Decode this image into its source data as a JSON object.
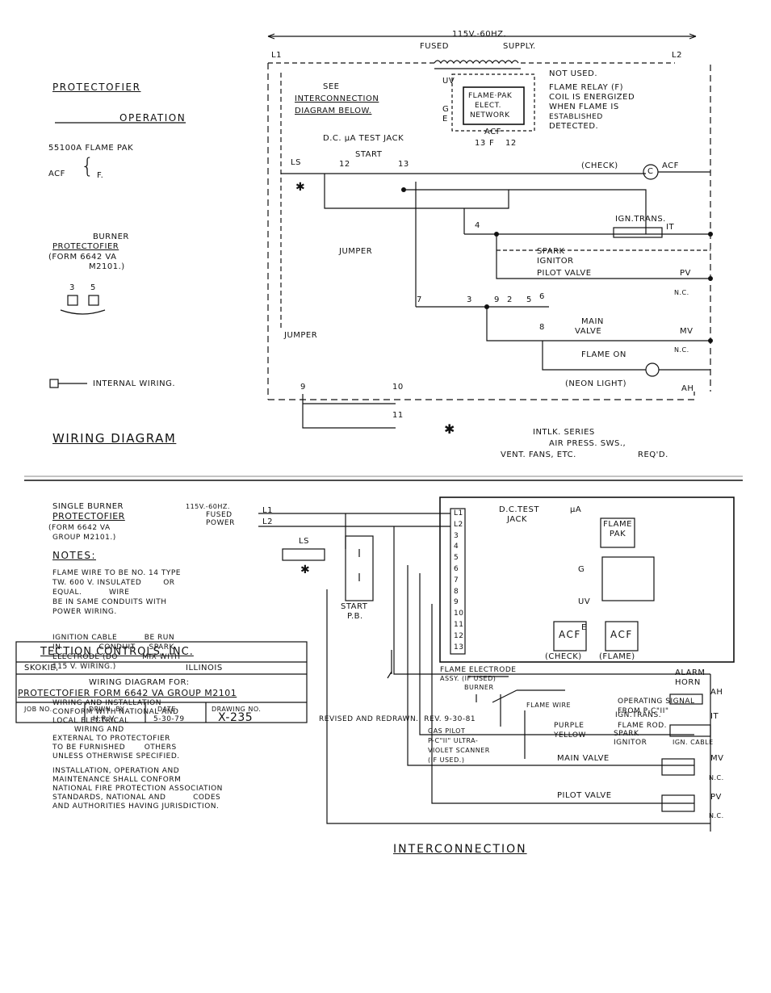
{
  "top": {
    "supply": "115V.-60HZ.",
    "fused": "FUSED",
    "supply_word": "SUPPLY.",
    "l1": "L1",
    "l2": "L2",
    "not_used": "NOT USED.",
    "see": "SEE",
    "interconnection": "INTERCONNECTION",
    "diagram_below": "DIAGRAM BELOW.",
    "uv": "UV",
    "g": "G",
    "e": "E",
    "flame_pak": "FLAME·PAK",
    "elect": "ELECT.",
    "network": "NETWORK",
    "flame_relay": "FLAME RELAY (F)",
    "coil": "COIL IS ENERGIZED",
    "when": "WHEN FLAME IS",
    "established": "ESTABLISHED",
    "detected": "DETECTED.",
    "dc_test": "D.C. μA TEST JACK",
    "acf": "ACF",
    "f": "F",
    "n13": "13",
    "n12": "12",
    "ls": "LS",
    "start": "START",
    "check": "(CHECK)",
    "c": "C",
    "n4": "4",
    "ign_trans": "IGN.TRANS.",
    "it": "IT",
    "spark": "SPARK",
    "ignitor": "IGNITOR",
    "pilot_valve": "PILOT VALVE",
    "pv": "PV",
    "nc": "N.C.",
    "jumper": "JUMPER",
    "n7": "7",
    "n3": "3",
    "n9": "9",
    "n2": "2",
    "n5": "5",
    "n6": "6",
    "n8": "8",
    "main": "MAIN",
    "valve": "VALVE",
    "mv": "MV",
    "flame_on": "FLAME ON",
    "neon": "(NEON LIGHT)",
    "ah": "AH",
    "n10": "10",
    "n11": "11",
    "intlk": "INTLK. SERIES",
    "air": "AIR PRESS. SWS.,",
    "vent": "VENT. FANS, ETC.",
    "reqd": "REQ'D."
  },
  "left": {
    "protectofier": "PROTECTOFIER",
    "operation": "OPERATION",
    "flame_pak": "55100A FLAME PAK",
    "acf": "ACF",
    "f": "F.",
    "burner": "BURNER",
    "protectofier2": "PROTECTOFIER",
    "form": "(FORM 6642 VA",
    "m2101": "M2101.)",
    "t3": "3",
    "t5": "5",
    "internal_wiring": "INTERNAL WIRING.",
    "wiring_diagram": "WIRING DIAGRAM"
  },
  "bottom": {
    "single_burner": "SINGLE BURNER",
    "protectofier": "PROTECTOFIER",
    "form": "(FORM 6642 VA",
    "group": "GROUP M2101.)",
    "power1": "115V.-60HZ.",
    "power2": "FUSED",
    "power3": "POWER",
    "l1": "L1",
    "l2": "L2",
    "ls": "LS",
    "start": "START",
    "pb": "P.B.",
    "notes": "NOTES:",
    "note1": [
      "FLAME WIRE TO BE NO. 14 TYPE",
      "TW. 600 V. INSULATED        OR",
      "EQUAL.          WIRE",
      "BE IN SAME CONDUITS WITH",
      "POWER WIRING."
    ],
    "note2": [
      "IGNITION CABLE          BE RUN",
      "IN              CONDUIT     SPARK",
      "ELECTRODE (DO         MIX WITH",
      "115 V. WIRING.)"
    ],
    "note3": [
      "WIRING AND INSTALLATION",
      "CONFORM WITH NATIONAL AND",
      "LOCAL ELECTRICAL",
      "        WIRING AND",
      "EXTERNAL TO PROTECTOFIER",
      "TO BE FURNISHED       OTHERS",
      "UNLESS OTHERWISE SPECIFIED."
    ],
    "note4": [
      "INSTALLATION, OPERATION AND",
      "MAINTENANCE SHALL CONFORM",
      "NATIONAL FIRE PROTECTION ASSOCIATION",
      "STANDARDS, NATIONAL AND          CODES",
      "AND AUTHORITIES HAVING JURISDICTION."
    ],
    "terminals": [
      "L1",
      "L2",
      "3",
      "4",
      "5",
      "6",
      "7",
      "8",
      "9",
      "10",
      "11",
      "12",
      "13"
    ],
    "dc_test": "D.C.TEST",
    "jack": "JACK",
    "ua": "μA",
    "flame_pak": "FLAME PAK",
    "g": "G",
    "uv": "UV",
    "e": "E",
    "acf": "ACF",
    "check": "(CHECK)",
    "flame": "(FLAME)",
    "flame_electrode": "FLAME ELECTRODE",
    "assy": "ASSY. (IF USED)",
    "burner": "BURNER",
    "flame_wire": "FLAME WIRE",
    "operating_signal": "OPERATING SIGNAL",
    "from": "FROM P-C\"II\"",
    "flamerod": "FLAME ROD.",
    "purple": "PURPLE",
    "yellow": "YELLOW",
    "gas_pilot": "GAS PILOT",
    "pc": "P-C\"II\" ULTRA-",
    "violet": "VIOLET SCANNER",
    "ifused": "(IF USED.)",
    "alarm": "ALARM",
    "horn": "HORN",
    "ah": "AH",
    "ign_trans": "IGN.TRANS.",
    "it": "IT",
    "spark": "SPARK",
    "ignitor": "IGNITOR",
    "ign_cable": "IGN. CABLE",
    "main_valve": "MAIN VALVE",
    "mv": "MV",
    "nc": "N.C.",
    "pilot_valve": "PILOT VALVE",
    "pv": "PV",
    "interconnection": "INTERCONNECTION"
  },
  "title_block": {
    "company": "TECTION CONTROLS, INC.",
    "city": "SKOKIE,",
    "state": "ILLINOIS",
    "line1": "WIRING DIAGRAM FOR:",
    "line2": "PROTECTOFIER FORM 6642 VA GROUP M2101",
    "job": "JOB NO.",
    "drwn": "DRWN. BY",
    "drwn_val": "H.R.V.",
    "date": "DATE",
    "date_val": "5-30-79",
    "dwg": "DRAWING NO.",
    "dwg_val": "X-235"
  },
  "revised": "REVISED AND REDRAWN.  REV. 9-30-81"
}
